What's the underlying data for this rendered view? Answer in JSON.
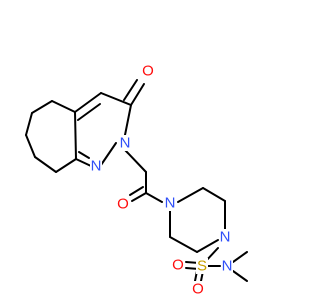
{
  "colors": {
    "bond": "#000000",
    "nitrogen": "#3050F8",
    "oxygen": "#FF0D0D",
    "sulfur": "#C8A000",
    "background": "#ffffff"
  },
  "atoms": {
    "o_ketone": "O",
    "n_ring_a": "N",
    "n_ring_b": "N",
    "o_amide": "O",
    "n_piperazine_a": "N",
    "n_piperazine_b": "N",
    "s_sulfonyl": "S",
    "o_sulfonyl_a": "O",
    "o_sulfonyl_b": "O",
    "n_dimethyl": "N"
  }
}
